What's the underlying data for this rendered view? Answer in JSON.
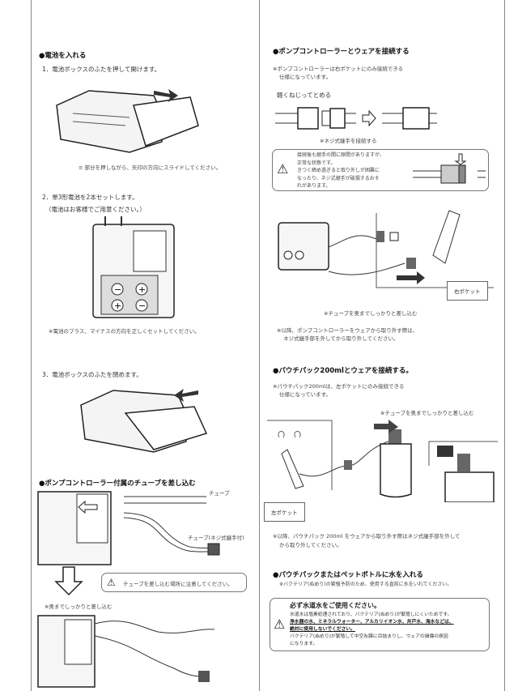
{
  "left": {
    "battery_heading": "●電池を入れる",
    "step1": "1．電池ボックスのふたを押して開けます。",
    "step1_note": "部分を押しながら、矢印の方向にスライドしてください。",
    "step2": "2．単3形電池を2本セットします。",
    "step2_sub": "（電池はお客様でご用意ください。）",
    "step2_note": "※電池のプラス、マイナスの方向を正しくセットしてください。",
    "step3": "3．電池ボックスのふたを閉めます。",
    "tube_heading": "●ポンプコントローラー付属のチューブを差し込む",
    "tube_label": "チューブ",
    "tube_joint_label": "チューブ(ネジ式継手付)",
    "tube_warning": "チューブを差し込む場所に注意してください。",
    "insert_note": "※奥までしっかりと差し込む"
  },
  "right": {
    "connect_heading": "●ポンプコントローラーとウェアを接続する",
    "connect_note_1": "※ポンプコントローラーは右ポケットにのみ接続できる",
    "connect_note_2": "仕様になっています。",
    "twist_label": "軽くねじってとめる",
    "joint_caption": "※ネジ式継手を接続する",
    "warning_lines": [
      "接続後も継手の間に隙間がありますが、",
      "正常な状態です。",
      "きつく締め過ぎると取り外しが困難に",
      "なったり、ネジ式継手が破損するおそ",
      "れがあります。"
    ],
    "right_pocket": "右ポケット",
    "insert_caption": "※チューブを奥までしっかりと差し込む",
    "remove_note_1": "※以降、ポンプコントローラーをウェアから取り外す際は、",
    "remove_note_2": "ネジ式継手部を外してから取り外してください。",
    "pouch_heading": "●パウチパック200mlとウェアを接続する。",
    "pouch_note_1": "※パウチパック200mlは、左ポケットにのみ接続できる",
    "pouch_note_2": "仕様になっています。",
    "pouch_insert_caption": "※チューブを奥までしっかりと差し込む",
    "left_pocket": "左ポケット",
    "pouch_remove_1": "※以降、パウチパック 200ml をウェアから取り外す際はネジ式継手部を外して",
    "pouch_remove_2": "から取り外してください。",
    "water_heading": "●パウチパックまたはペットボトルに水を入れる",
    "water_note": "※バクテリア(ぬめり)の繁殖予防のため、使用する直前に水をいれてください。",
    "tap_title": "必ず水道水をご使用ください。",
    "tap_line1": "水道水は塩素処理されており、バクテリア(ぬめり)が繁殖しにくいためです。",
    "tap_line2": "浄水器の水、ミネラルウォーター、アルカリイオン水、井戸水、海水などは、",
    "tap_line3": "絶対に使用しないでください。",
    "tap_line4": "バクテリア(ぬめり)が繁殖して中空糸膜に目詰まりし、ウェアの損傷の原因",
    "tap_line5": "になります。"
  }
}
